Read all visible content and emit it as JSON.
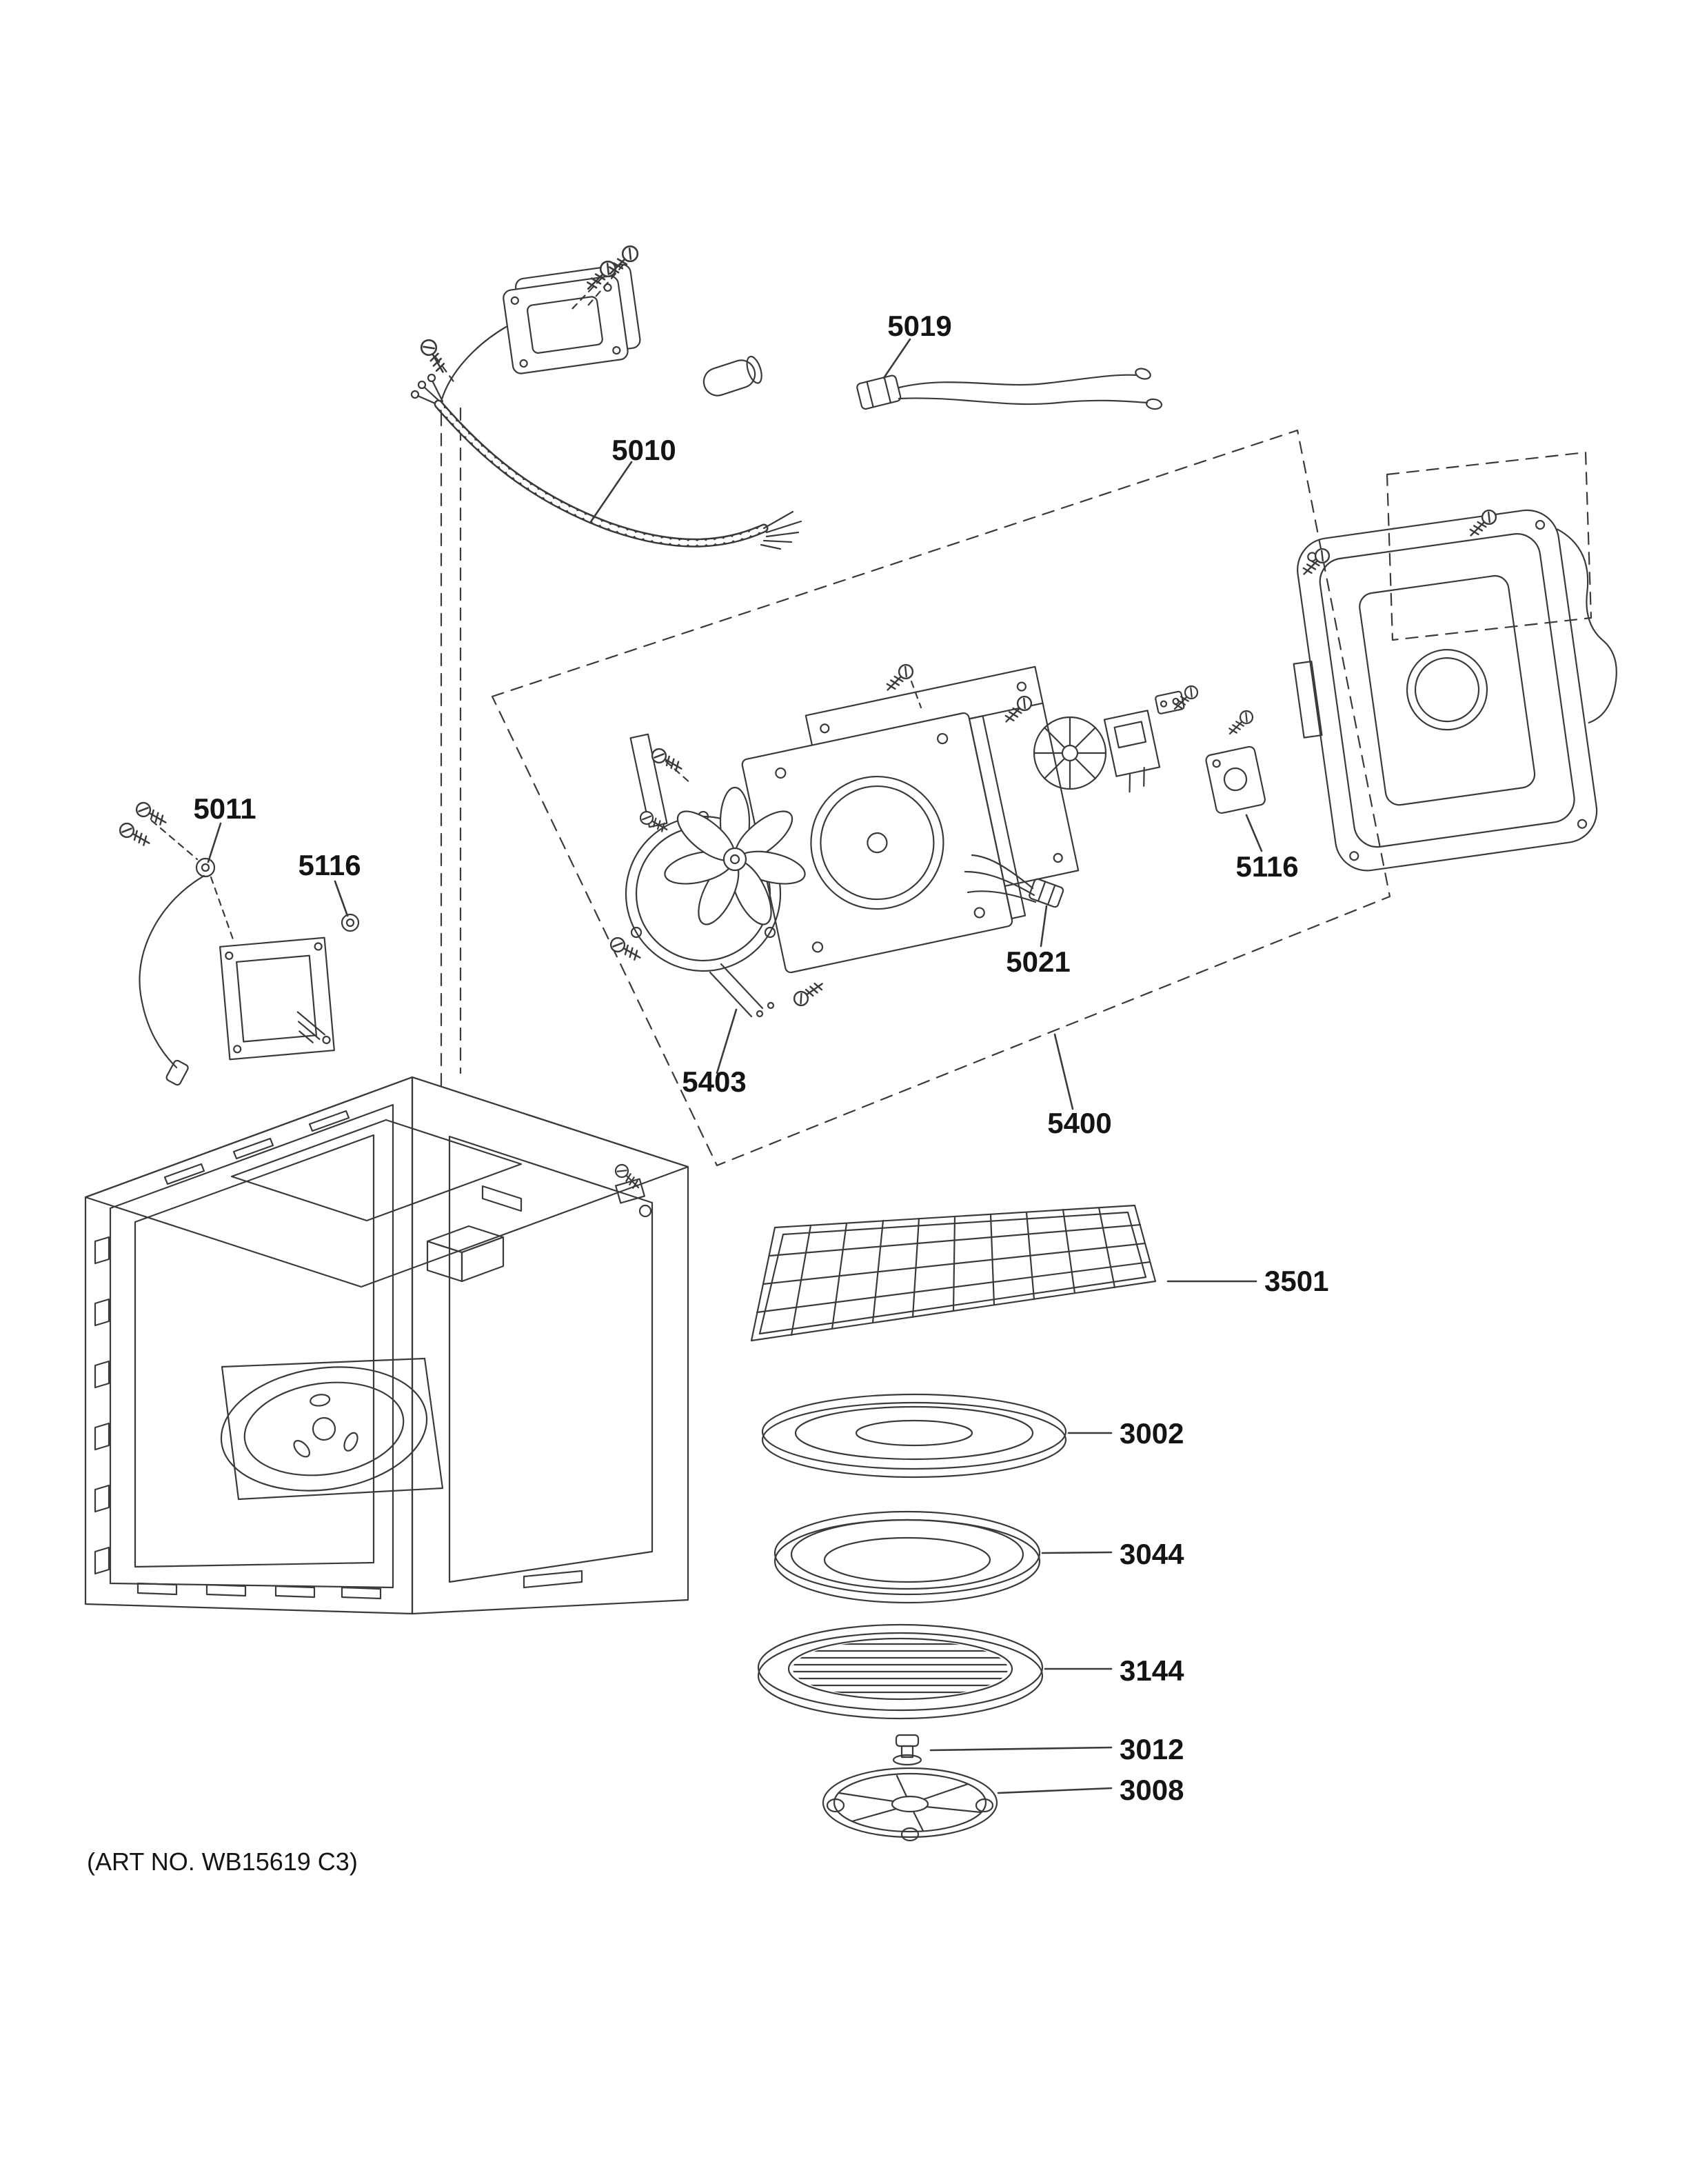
{
  "colors": {
    "background": "#ffffff",
    "line": "#3a3a3a",
    "label": "#141414"
  },
  "diagram": {
    "art_no": "(ART NO. WB15619 C3)",
    "callouts": [
      {
        "part": "5019"
      },
      {
        "part": "5010"
      },
      {
        "part": "5011"
      },
      {
        "part": "5116"
      },
      {
        "part": "5403"
      },
      {
        "part": "5021"
      },
      {
        "part": "5400"
      },
      {
        "part": "5116"
      },
      {
        "part": "3501"
      },
      {
        "part": "3002"
      },
      {
        "part": "3044"
      },
      {
        "part": "3144"
      },
      {
        "part": "3012"
      },
      {
        "part": "3008"
      }
    ]
  }
}
